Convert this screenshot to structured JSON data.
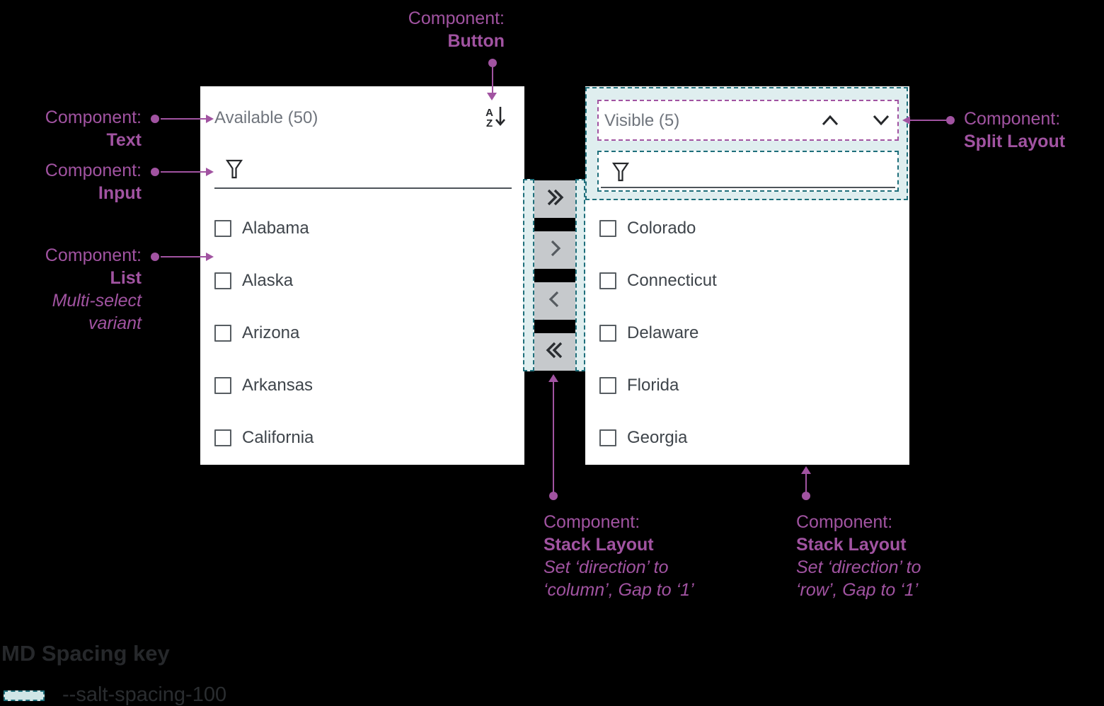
{
  "colors": {
    "background": "#000000",
    "panel": "#FFFFFF",
    "annotation_purple": "#A153A1",
    "spacing_border_teal": "#1F6F7B",
    "spacing_fill_teal": "#DFEEEF",
    "transfer_button_gray": "#C6C9CC",
    "muted_text": "#70757D",
    "list_text": "#3F454B"
  },
  "left_panel": {
    "title": "Available (50)",
    "sort_letter_top": "A",
    "sort_letter_bottom": "Z",
    "items": [
      "Alabama",
      "Alaska",
      "Arizona",
      "Arkansas",
      "California"
    ]
  },
  "right_panel": {
    "title": "Visible (5)",
    "items": [
      "Colorado",
      "Connecticut",
      "Delaware",
      "Florida",
      "Georgia"
    ]
  },
  "transfer_buttons": [
    {
      "icon": "double-chevron-right-icon"
    },
    {
      "icon": "chevron-right-icon"
    },
    {
      "icon": "chevron-left-icon"
    },
    {
      "icon": "double-chevron-left-icon"
    }
  ],
  "annotations": {
    "button": [
      "Component:",
      "Button"
    ],
    "text": [
      "Component:",
      "Text"
    ],
    "input": [
      "Component:",
      "Input"
    ],
    "list": [
      "Component:",
      "List",
      "Multi-select",
      "variant"
    ],
    "split": [
      "Component:",
      "Split Layout"
    ],
    "stack_column": [
      "Component:",
      "Stack Layout",
      "Set ‘direction’ to",
      "‘column’, Gap to ‘1’"
    ],
    "stack_row": [
      "Component:",
      "Stack Layout",
      "Set ‘direction’ to",
      "‘row’, Gap to ‘1’"
    ]
  },
  "spacing_key": {
    "title": "MD Spacing key",
    "token_label": "--salt-spacing-100"
  }
}
